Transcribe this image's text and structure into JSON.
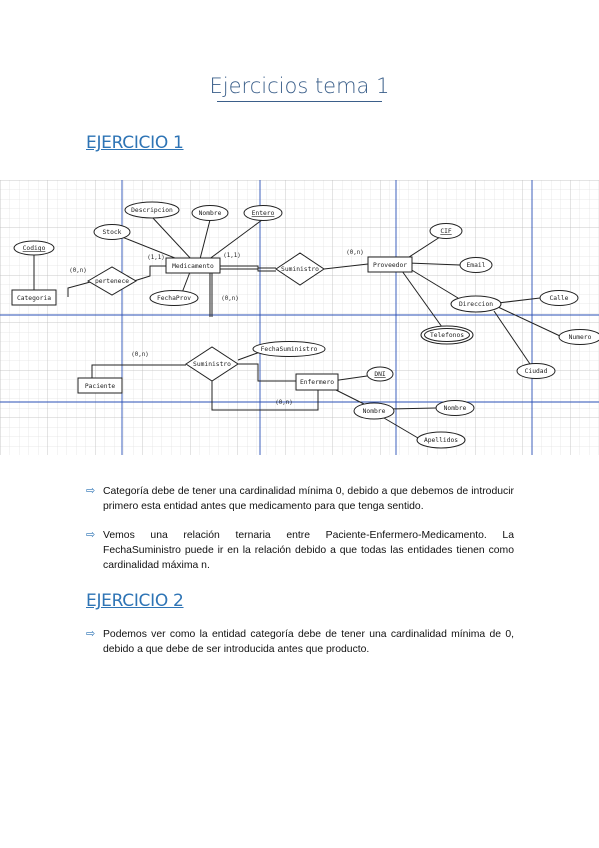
{
  "title": "Ejercicios tema 1",
  "sections": {
    "ex1": {
      "heading": "EJERCICIO 1",
      "bullets": [
        "Categoría debe de tener una cardinalidad mínima 0, debido a que debemos de introducir primero esta entidad antes que medicamento para que tenga sentido.",
        "Vemos una relación ternaria entre Paciente-Enfermero-Medicamento. La FechaSuministro puede ir en la relación debido a que todas las entidades tienen como cardinalidad máxima n."
      ]
    },
    "ex2": {
      "heading": "EJERCICIO 2",
      "bullets": [
        "Podemos ver como la entidad categoría debe de tener una cardinalidad mínima de 0, debido a que debe de ser introducida antes que producto."
      ]
    }
  },
  "diagram": {
    "entities": {
      "medicamento": "Medicamento",
      "categoria": "Categoria",
      "proveedor": "Proveedor",
      "paciente": "Paciente",
      "enfermero": "Enfermero"
    },
    "relationships": {
      "pertenece": "pertenece",
      "suministro_top": "Suministro",
      "suministro_bottom": "Suministro"
    },
    "attributes": {
      "codigo": "Codigo",
      "stock": "Stock",
      "descripcion": "Descripcion",
      "nombre_med": "Nombre",
      "entero": "Entero",
      "fechaprov": "FechaProv",
      "cif": "CIF",
      "email": "Email",
      "direccion": "Direccion",
      "calle": "Calle",
      "numero": "Numero",
      "ciudad": "Ciudad",
      "telefonos": "Telefonos",
      "fechasuministro": "FechaSuministro",
      "dni": "DNI",
      "nombre_enf": "Nombre",
      "nombre_sub": "Nombre",
      "apellidos": "Apellidos"
    },
    "cardinalities": {
      "cat_pert": "(0,n)",
      "pert_med": "(1,1)",
      "med_sum": "(1,1)",
      "sum_prov": "(0,n)",
      "med_sum2": "(0,n)",
      "pac_sum2": "(0,n)",
      "enf_sum2": "(0,n)"
    }
  }
}
